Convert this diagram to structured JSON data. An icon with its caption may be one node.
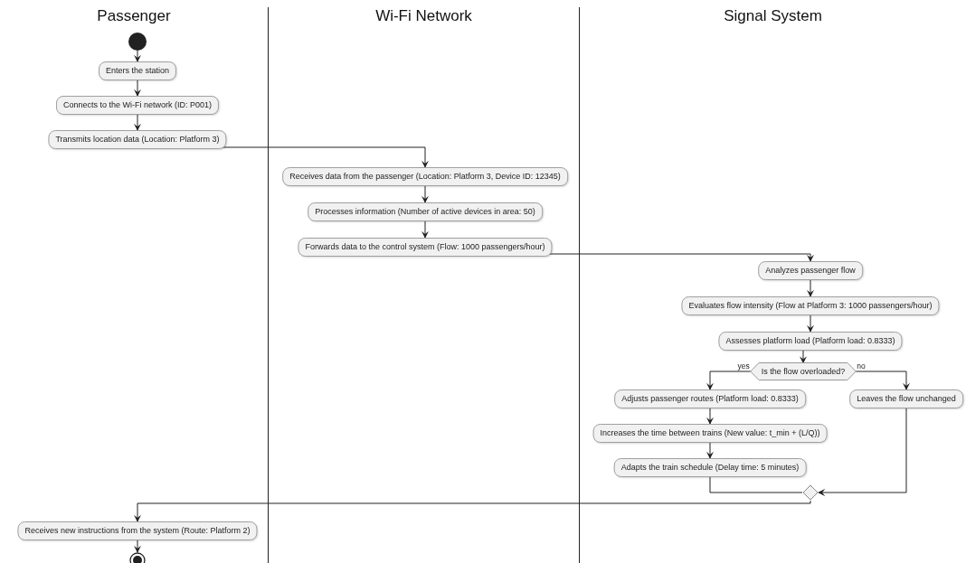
{
  "diagram": {
    "nodes": [
      {
        "text": [
          "Passenger"
        ]
      },
      {
        "text": [
          "Wi-Fi Network"
        ]
      },
      {
        "text": [
          "Signal System"
        ]
      },
      {
        "text": [],
        "shape": "circle",
        "in": 0
      },
      {
        "text": [
          "Enters the station"
        ],
        "in": 0
      },
      {
        "text": [
          "Connects to the Wi-Fi network (ID: P001)"
        ],
        "in": 0
      },
      {
        "text": [
          "Transmits location data (Location: Platform 3)"
        ],
        "in": 0
      },
      {
        "text": [
          "Receives data from the passenger (Location: Platform 3, Device ID: 12345)"
        ],
        "in": 1
      },
      {
        "text": [
          "Processes information (Number of active devices in area: 50)"
        ],
        "in": 1
      },
      {
        "text": [
          "Forwards data to the control system (Flow: 1000 passengers/hour)"
        ],
        "in": 1
      },
      {
        "text": [
          "Analyzes passenger flow"
        ],
        "in": 2
      },
      {
        "text": [
          "Evaluates flow intensity (Flow at Platform 3: 1000 passengers/hour)"
        ],
        "in": 2
      },
      {
        "text": [
          "Assesses platform load (Platform load: 0.8333)"
        ],
        "in": 2
      },
      {
        "text": [
          "Is the flow overloaded?"
        ],
        "in": 2
      },
      {
        "text": [
          "Adjusts passenger routes (Platform load: 0.8333)"
        ],
        "in": 2
      },
      {
        "text": [
          "Leaves the flow unchanged"
        ],
        "in": 2
      },
      {
        "text": [
          "Increases the time between trains (New value: t_min + (L/Q))"
        ],
        "in": 2
      },
      {
        "text": [
          "Adapts the train schedule (Delay time: 5 minutes)"
        ],
        "in": 2
      },
      {
        "text": [],
        "shape": "diamond",
        "in": 2
      },
      {
        "text": [
          "Receives new instructions from the system (Route: Platform 2)"
        ],
        "in": 0
      },
      {
        "text": [],
        "shape": "circle",
        "in": 0
      }
    ],
    "edges": [
      {
        "from": 3,
        "to": 4,
        "arrow": "to"
      },
      {
        "from": 4,
        "to": 5,
        "arrow": "to"
      },
      {
        "from": 5,
        "to": 6,
        "arrow": "to"
      },
      {
        "from": 6,
        "to": 7,
        "arrow": "to"
      },
      {
        "from": 7,
        "to": 8,
        "arrow": "to"
      },
      {
        "from": 8,
        "to": 9,
        "arrow": "to"
      },
      {
        "from": 9,
        "to": 10,
        "arrow": "to"
      },
      {
        "from": 10,
        "to": 11,
        "arrow": "to"
      },
      {
        "from": 11,
        "to": 12,
        "arrow": "to"
      },
      {
        "from": 12,
        "to": 13,
        "arrow": "to"
      },
      {
        "from": 13,
        "to": 14,
        "label": "yes",
        "arrow": "to"
      },
      {
        "from": 13,
        "to": 15,
        "label": "no",
        "arrow": "to"
      },
      {
        "from": 14,
        "to": 16,
        "arrow": "to"
      },
      {
        "from": 16,
        "to": 17,
        "arrow": "to"
      },
      {
        "from": 17,
        "to": 18,
        "arrow": "none"
      },
      {
        "from": 15,
        "to": 18,
        "arrow": "to"
      },
      {
        "from": 18,
        "to": 19,
        "arrow": "to"
      },
      {
        "from": 19,
        "to": 20,
        "arrow": "to"
      }
    ]
  }
}
